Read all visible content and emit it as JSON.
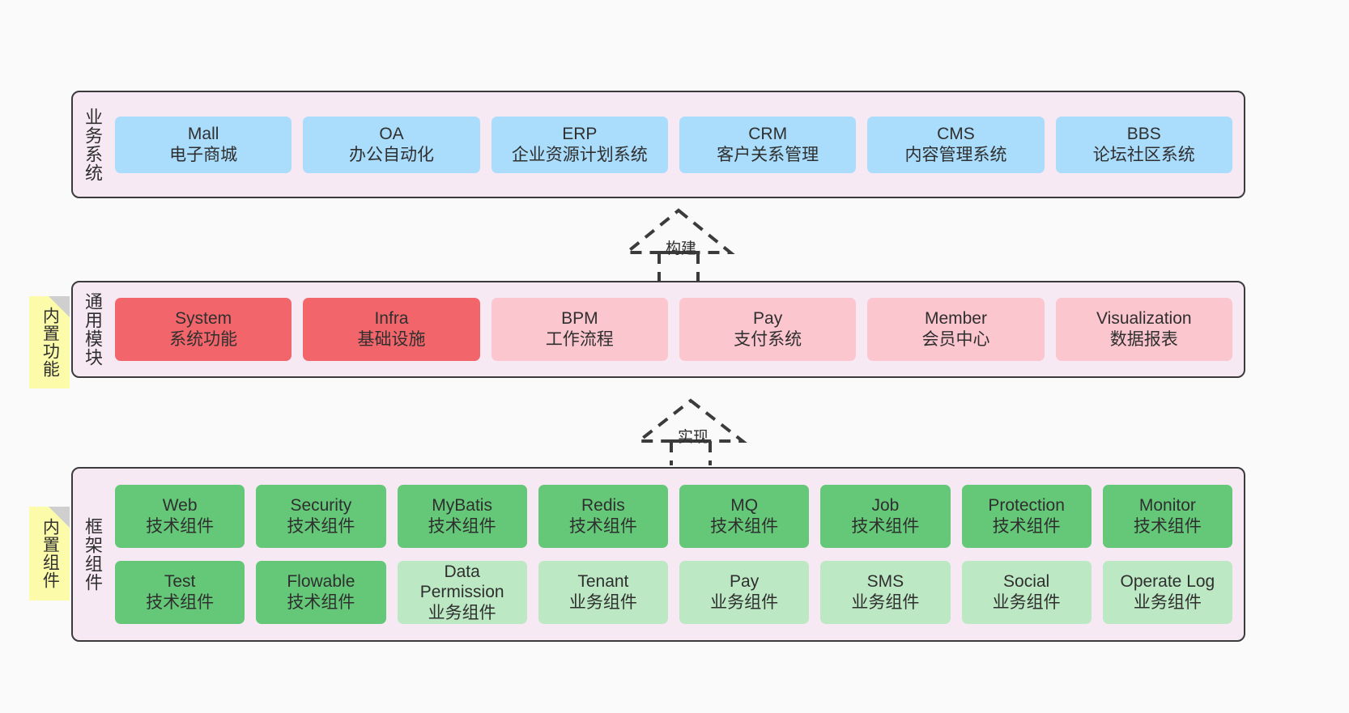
{
  "diagram": {
    "background_color": "#fafafa",
    "band_color": "#f7e9f3",
    "note_color": "#fbfbaa",
    "border_color": "#3b3b3b"
  },
  "layers": [
    {
      "id": "business-systems",
      "title": "业务系统",
      "note": null,
      "rows": [
        {
          "nodes": [
            {
              "title": "Mall",
              "sub": "电子商城",
              "color": "blue"
            },
            {
              "title": "OA",
              "sub": "办公自动化",
              "color": "blue"
            },
            {
              "title": "ERP",
              "sub": "企业资源计划系统",
              "color": "blue"
            },
            {
              "title": "CRM",
              "sub": "客户关系管理",
              "color": "blue"
            },
            {
              "title": "CMS",
              "sub": "内容管理系统",
              "color": "blue"
            },
            {
              "title": "BBS",
              "sub": "论坛社区系统",
              "color": "blue"
            }
          ]
        }
      ]
    },
    {
      "id": "common-modules",
      "title": "通用模块",
      "note": "内置功能",
      "rows": [
        {
          "nodes": [
            {
              "title": "System",
              "sub": "系统功能",
              "color": "red"
            },
            {
              "title": "Infra",
              "sub": "基础设施",
              "color": "red"
            },
            {
              "title": "BPM",
              "sub": "工作流程",
              "color": "pink"
            },
            {
              "title": "Pay",
              "sub": "支付系统",
              "color": "pink"
            },
            {
              "title": "Member",
              "sub": "会员中心",
              "color": "pink"
            },
            {
              "title": "Visualization",
              "sub": "数据报表",
              "color": "pink"
            }
          ]
        }
      ]
    },
    {
      "id": "framework-components",
      "title": "框架组件",
      "note": "内置组件",
      "rows": [
        {
          "nodes": [
            {
              "title": "Web",
              "sub": "技术组件",
              "color": "green"
            },
            {
              "title": "Security",
              "sub": "技术组件",
              "color": "green"
            },
            {
              "title": "MyBatis",
              "sub": "技术组件",
              "color": "green"
            },
            {
              "title": "Redis",
              "sub": "技术组件",
              "color": "green"
            },
            {
              "title": "MQ",
              "sub": "技术组件",
              "color": "green"
            },
            {
              "title": "Job",
              "sub": "技术组件",
              "color": "green"
            },
            {
              "title": "Protection",
              "sub": "技术组件",
              "color": "green"
            },
            {
              "title": "Monitor",
              "sub": "技术组件",
              "color": "green"
            }
          ]
        },
        {
          "nodes": [
            {
              "title": "Test",
              "sub": "技术组件",
              "color": "green"
            },
            {
              "title": "Flowable",
              "sub": "技术组件",
              "color": "green"
            },
            {
              "title": "Data Permission",
              "sub": "业务组件",
              "color": "green-light"
            },
            {
              "title": "Tenant",
              "sub": "业务组件",
              "color": "green-light"
            },
            {
              "title": "Pay",
              "sub": "业务组件",
              "color": "green-light"
            },
            {
              "title": "SMS",
              "sub": "业务组件",
              "color": "green-light"
            },
            {
              "title": "Social",
              "sub": "业务组件",
              "color": "green-light"
            },
            {
              "title": "Operate Log",
              "sub": "业务组件",
              "color": "green-light"
            }
          ]
        }
      ]
    }
  ],
  "arrows": [
    {
      "id": "build-arrow",
      "label": "构建",
      "from": "common-modules",
      "to": "business-systems"
    },
    {
      "id": "implement-arrow",
      "label": "实现",
      "from": "framework-components",
      "to": "common-modules"
    }
  ]
}
